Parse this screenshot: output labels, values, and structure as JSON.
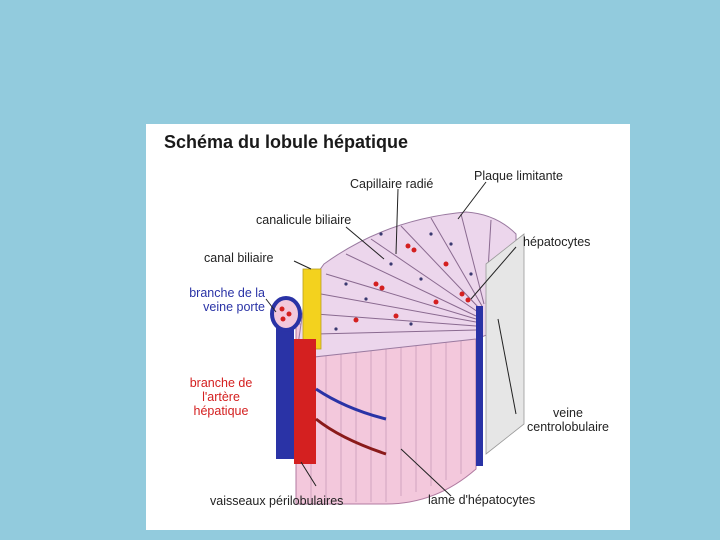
{
  "slide": {
    "background": "#92cbdd"
  },
  "figure": {
    "title": "Schéma du lobule hépatique",
    "labels": {
      "capillaire_radie": "Capillaire radié",
      "plaque_limitante": "Plaque limitante",
      "canalicule_biliaire": "canalicule biliaire",
      "hepatocytes": "hépatocytes",
      "canal_biliaire": "canal biliaire",
      "branche_veine_porte_l1": "branche de la",
      "branche_veine_porte_l2": "veine porte",
      "branche_artere_l1": "branche de",
      "branche_artere_l2": "l'artère",
      "branche_artere_l3": "hépatique",
      "veine_centro_l1": "veine",
      "veine_centro_l2": "centrolobulaire",
      "vaisseaux_perilobulaires": "vaisseaux périlobulaires",
      "lame_hepatocytes": "lame d'hépatocytes"
    },
    "colors": {
      "portal_vein": "#2a33a6",
      "artery": "#d42020",
      "bile_duct": "#f3d21e",
      "tissue": "#f3c8dc",
      "cells": "#e4c4e0"
    }
  }
}
